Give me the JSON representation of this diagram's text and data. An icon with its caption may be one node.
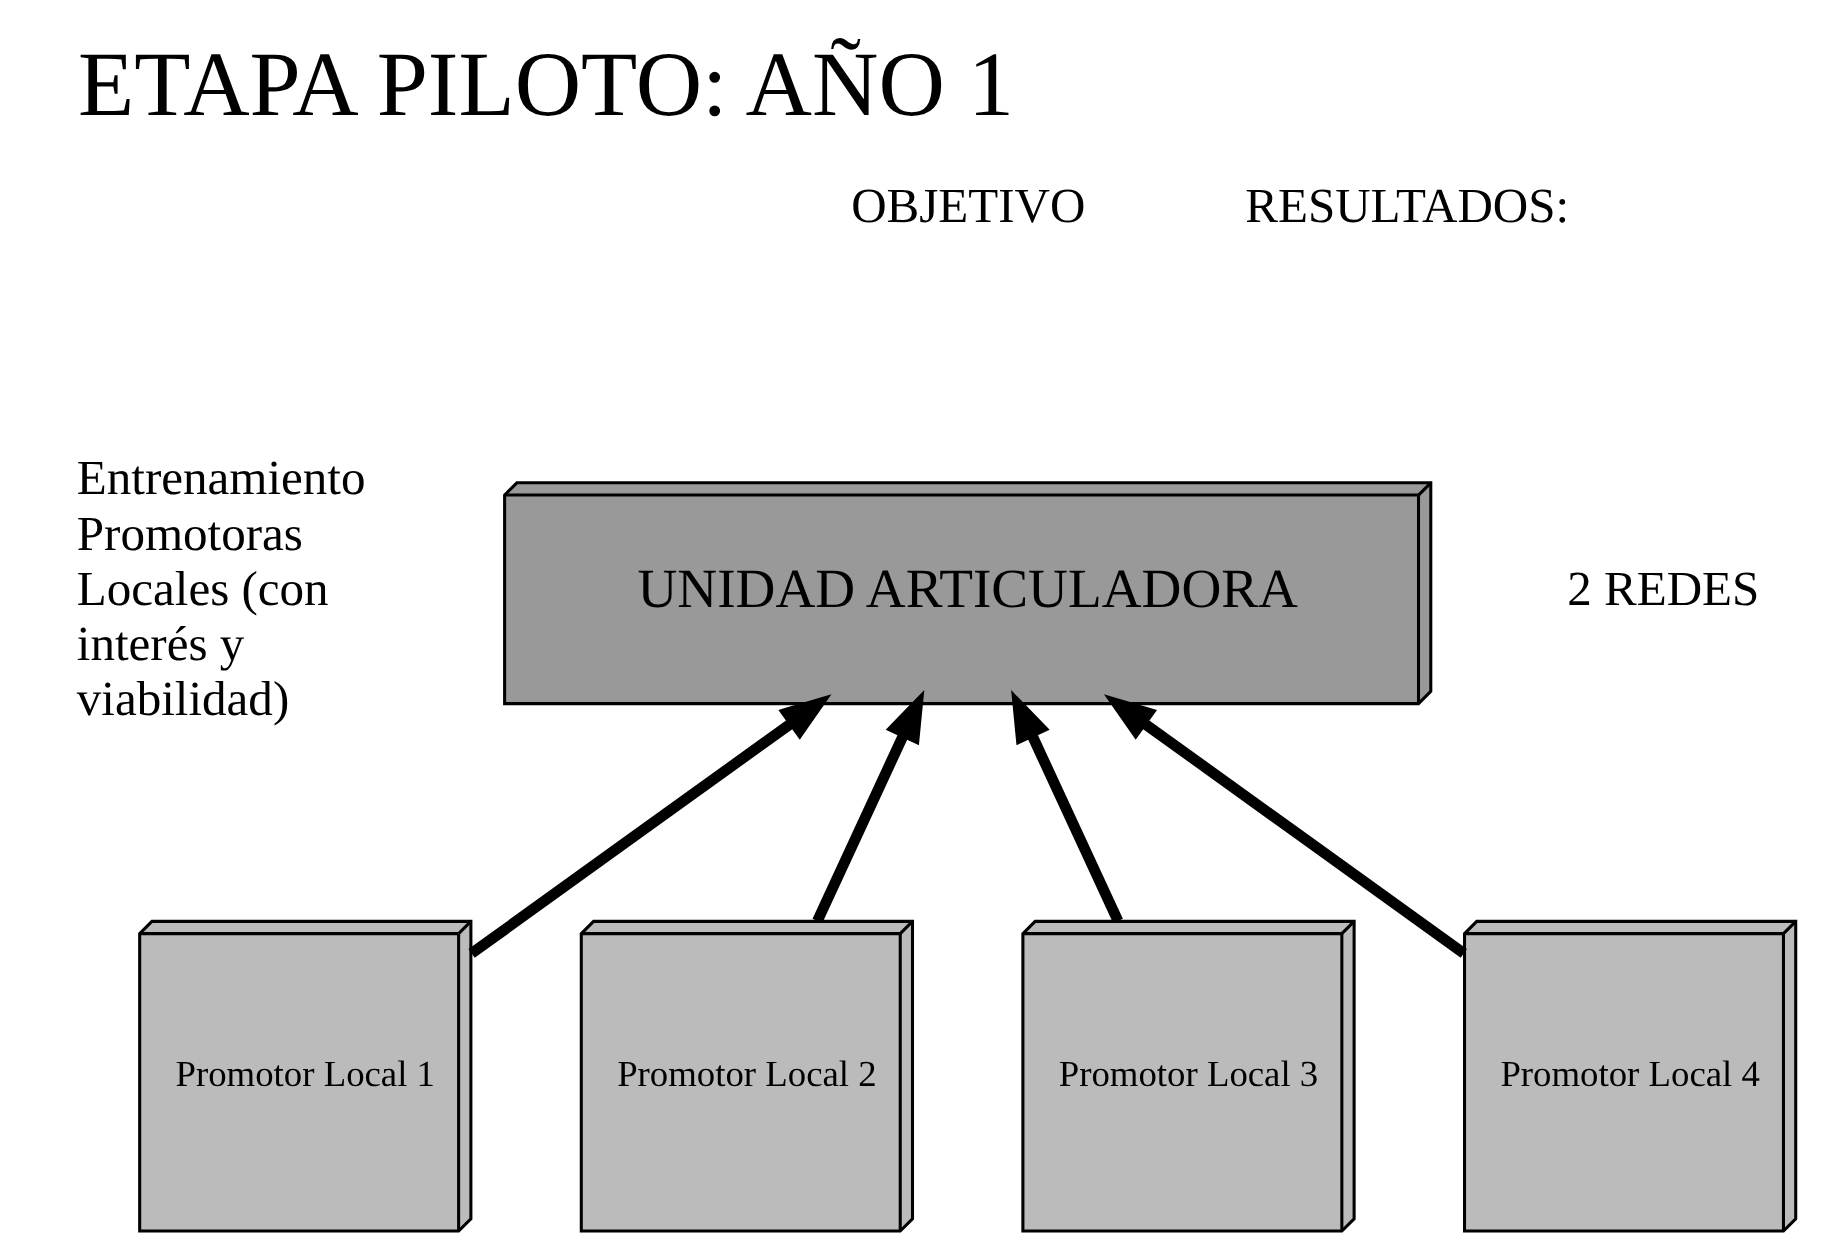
{
  "diagram": {
    "title": "ETAPA PILOTO: AÑO 1",
    "nodes": [
      {
        "text": [
          "UNIDAD ARTICULADORA"
        ]
      },
      {
        "text": [
          "Promotor Local 1"
        ]
      },
      {
        "text": [
          "Promotor Local 2"
        ]
      },
      {
        "text": [
          "Promotor Local 3"
        ]
      },
      {
        "text": [
          "Promotor Local 4"
        ]
      }
    ],
    "edges": [
      {
        "from": 1,
        "to": 0,
        "arrow": "to"
      },
      {
        "from": 2,
        "to": 0,
        "arrow": "to"
      },
      {
        "from": 3,
        "to": 0,
        "arrow": "to"
      },
      {
        "from": 4,
        "to": 0,
        "arrow": "to"
      }
    ],
    "labels": [
      "OBJETIVO",
      "RESULTADOS:",
      "Entrenamiento Promotoras Locales (con interés y viabilidad)",
      "2 REDES"
    ]
  }
}
